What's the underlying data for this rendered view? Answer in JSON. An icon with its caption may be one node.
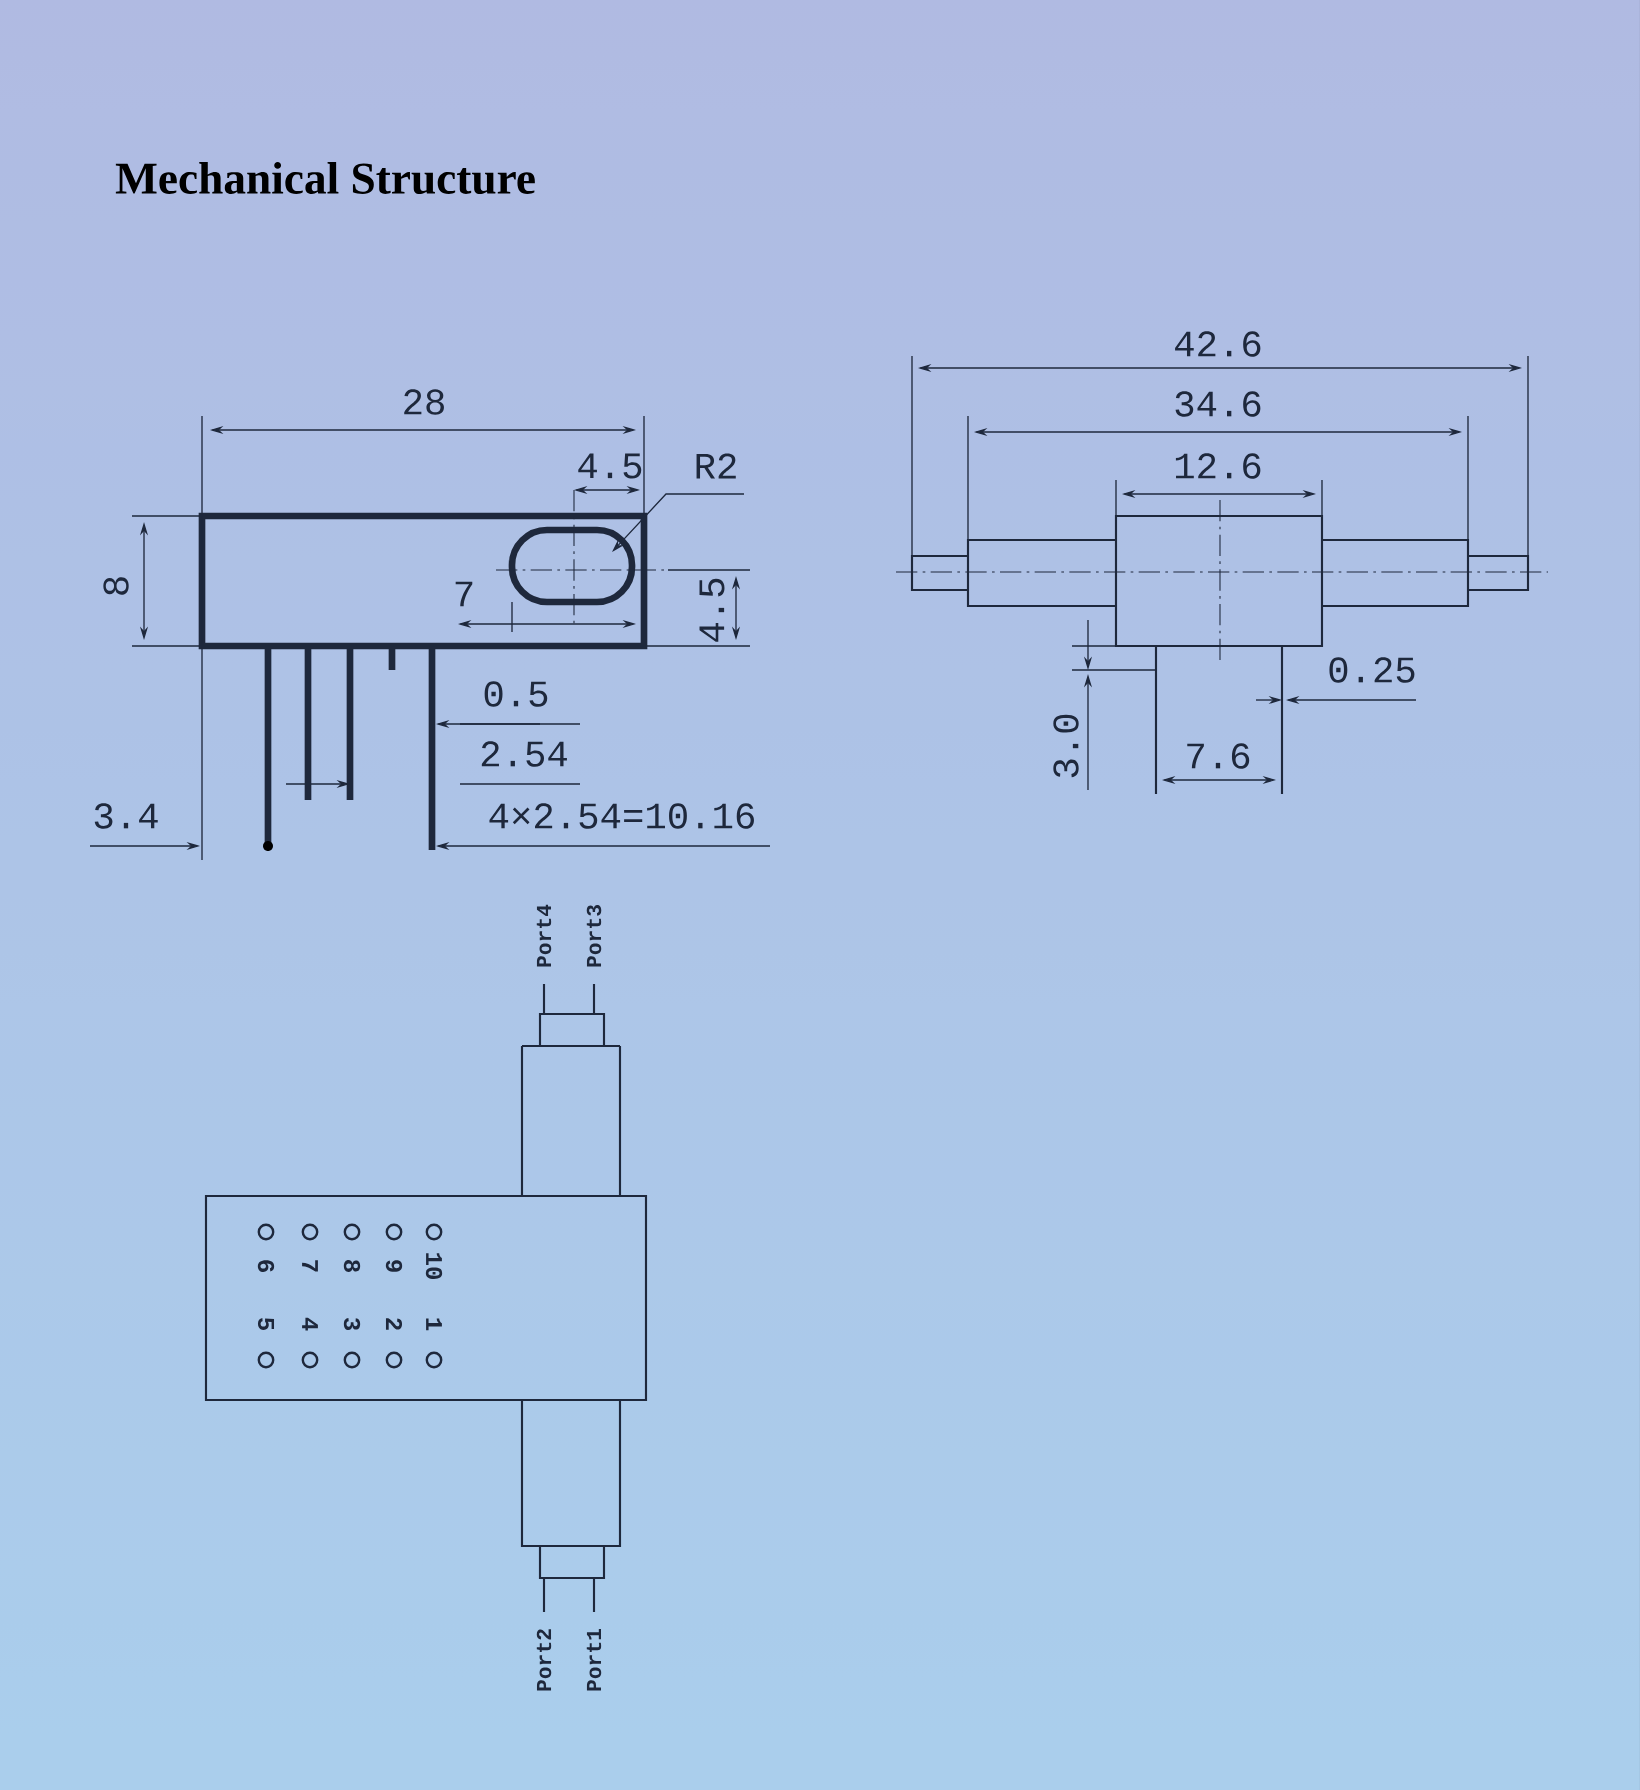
{
  "diagram": {
    "title": "Mechanical Structure",
    "labels": [
      "28",
      "4.5",
      "R2",
      "8",
      "7",
      "4.5",
      "0.5",
      "2.54",
      "3.4",
      "4×2.54=10.16",
      "42.6",
      "34.6",
      "12.6",
      "0.25",
      "3.0",
      "7.6",
      "Port4",
      "Port3",
      "6",
      "7",
      "8",
      "9",
      "10",
      "5",
      "4",
      "3",
      "2",
      "1",
      "Port2",
      "Port1"
    ]
  }
}
